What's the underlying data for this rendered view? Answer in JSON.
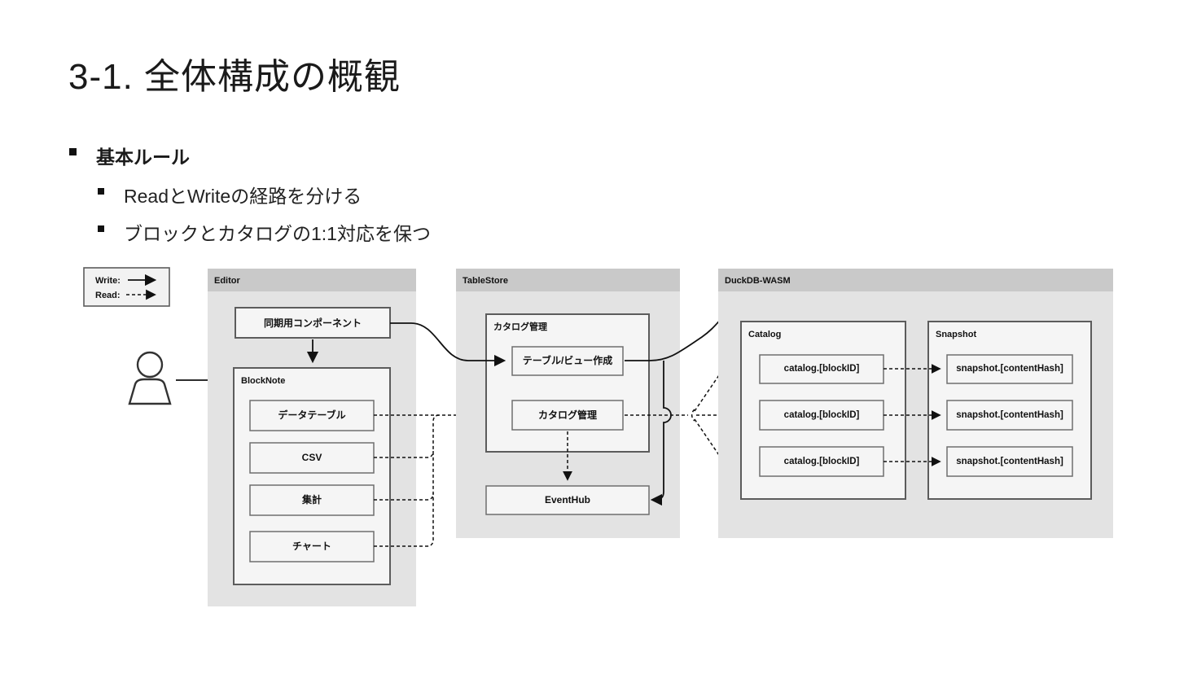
{
  "slide": {
    "title": "3-1. 全体構成の概観",
    "bullets": {
      "heading": "基本ルール",
      "items": [
        "ReadとWriteの経路を分ける",
        "ブロックとカタログの1:1対応を保つ"
      ]
    }
  },
  "legend": {
    "write_label": "Write:",
    "read_label": "Read:"
  },
  "diagram": {
    "editor": {
      "title": "Editor",
      "sync_component": "同期用コンポーネント",
      "blocknote": {
        "title": "BlockNote",
        "blocks": [
          "データテーブル",
          "CSV",
          "集計",
          "チャート"
        ]
      }
    },
    "tablestore": {
      "title": "TableStore",
      "catalog_group": {
        "title": "カタログ管理",
        "create_box": "テーブル/ビュー作成",
        "manage_box": "カタログ管理"
      },
      "eventhub": "EventHub"
    },
    "duckdb": {
      "title": "DuckDB-WASM",
      "catalog": {
        "title": "Catalog",
        "rows": [
          "catalog.[blockID]",
          "catalog.[blockID]",
          "catalog.[blockID]"
        ]
      },
      "snapshot": {
        "title": "Snapshot",
        "rows": [
          "snapshot.[contentHash]",
          "snapshot.[contentHash]",
          "snapshot.[contentHash]"
        ]
      }
    }
  },
  "colors": {
    "container_header": "#c9c9c9",
    "container_body": "#e3e3e3",
    "box_bg": "#f5f5f5",
    "group_border": "#5c5c5c",
    "item_border": "#6e6e6e",
    "arrow": "#111111"
  }
}
